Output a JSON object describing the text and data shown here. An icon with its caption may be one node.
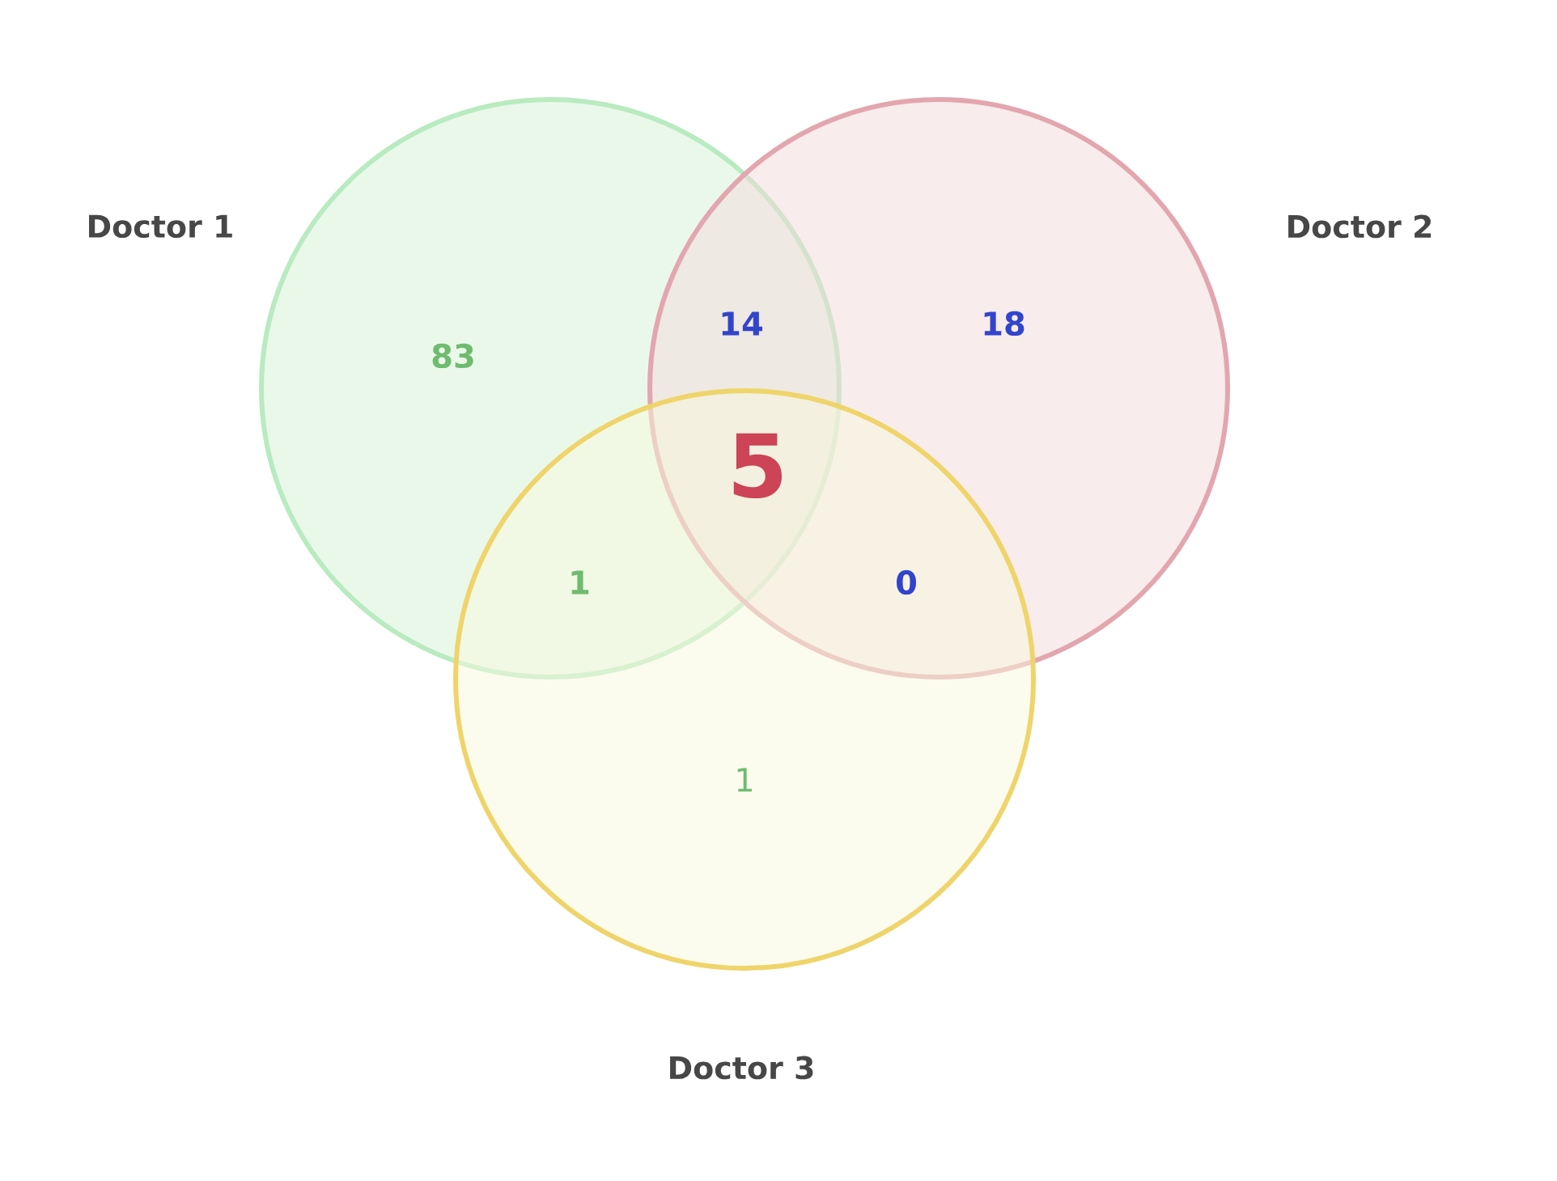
{
  "diagram": {
    "nodes": [
      {
        "text": [
          "Doctor 1"
        ]
      },
      {
        "text": [
          "Doctor 2"
        ]
      },
      {
        "text": [
          "Doctor 3"
        ]
      }
    ],
    "labels": [
      "83",
      "14",
      "18",
      "5",
      "1",
      "0",
      "1"
    ]
  }
}
